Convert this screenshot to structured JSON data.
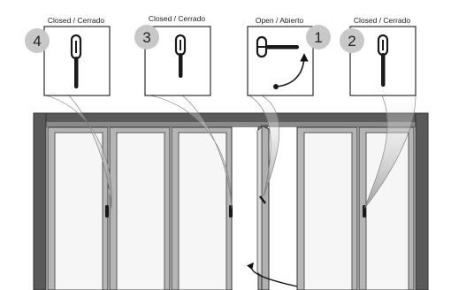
{
  "handles": [
    {
      "label": "Closed / Cerrado",
      "step": "4",
      "state": "closed"
    },
    {
      "label": "Closed / Cerrado",
      "step": "3",
      "state": "closed"
    },
    {
      "label": "Open / Abierto",
      "step": "1",
      "state": "open"
    },
    {
      "label": "Closed / Cerrado",
      "step": "2",
      "state": "closed"
    }
  ],
  "colors": {
    "frame": "#4a4a4a",
    "panel_fill": "#f4f4f4",
    "gradient_dark": "#9a9a9a",
    "badge": "#c8c8c8",
    "handle": "#1a1a1a"
  }
}
